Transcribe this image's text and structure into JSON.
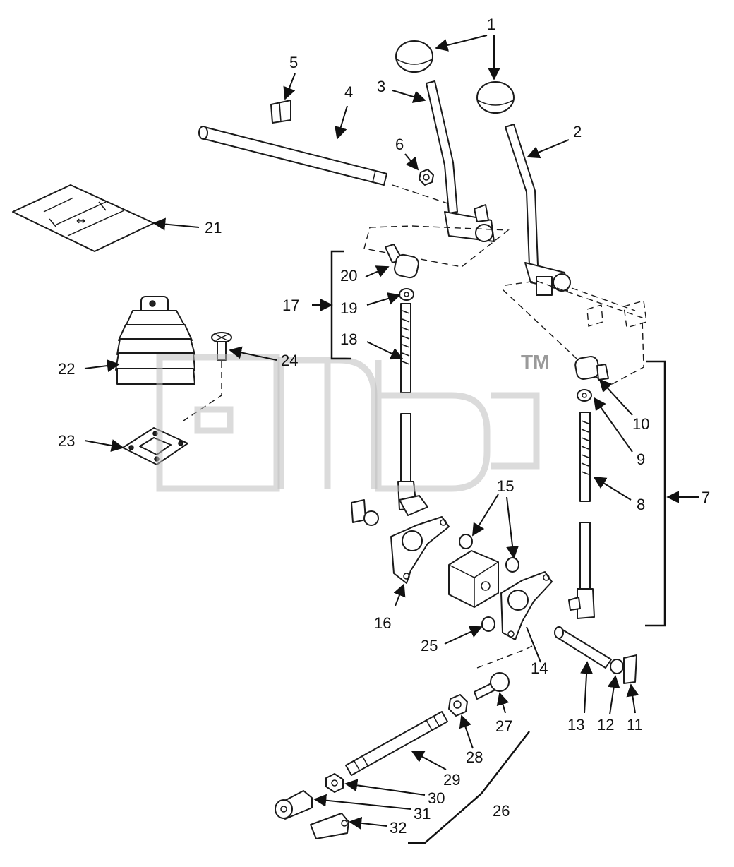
{
  "diagram": {
    "callouts": [
      {
        "id": "c1",
        "text": "1"
      },
      {
        "id": "c2",
        "text": "2"
      },
      {
        "id": "c3",
        "text": "3"
      },
      {
        "id": "c4",
        "text": "4"
      },
      {
        "id": "c5",
        "text": "5"
      },
      {
        "id": "c6",
        "text": "6"
      },
      {
        "id": "c7",
        "text": "7"
      },
      {
        "id": "c8",
        "text": "8"
      },
      {
        "id": "c9",
        "text": "9"
      },
      {
        "id": "c10",
        "text": "10"
      },
      {
        "id": "c11",
        "text": "11"
      },
      {
        "id": "c12",
        "text": "12"
      },
      {
        "id": "c13",
        "text": "13"
      },
      {
        "id": "c14",
        "text": "14"
      },
      {
        "id": "c15",
        "text": "15"
      },
      {
        "id": "c16",
        "text": "16"
      },
      {
        "id": "c17",
        "text": "17"
      },
      {
        "id": "c18",
        "text": "18"
      },
      {
        "id": "c19",
        "text": "19"
      },
      {
        "id": "c20",
        "text": "20"
      },
      {
        "id": "c21",
        "text": "21"
      },
      {
        "id": "c22",
        "text": "22"
      },
      {
        "id": "c23",
        "text": "23"
      },
      {
        "id": "c24",
        "text": "24"
      },
      {
        "id": "c25",
        "text": "25"
      },
      {
        "id": "c26",
        "text": "26"
      },
      {
        "id": "c27",
        "text": "27"
      },
      {
        "id": "c28",
        "text": "28"
      },
      {
        "id": "c29",
        "text": "29"
      },
      {
        "id": "c30",
        "text": "30"
      },
      {
        "id": "c31",
        "text": "31"
      },
      {
        "id": "c32",
        "text": "32"
      }
    ],
    "watermark": {
      "logo": "amb",
      "trademark": "TM"
    }
  }
}
